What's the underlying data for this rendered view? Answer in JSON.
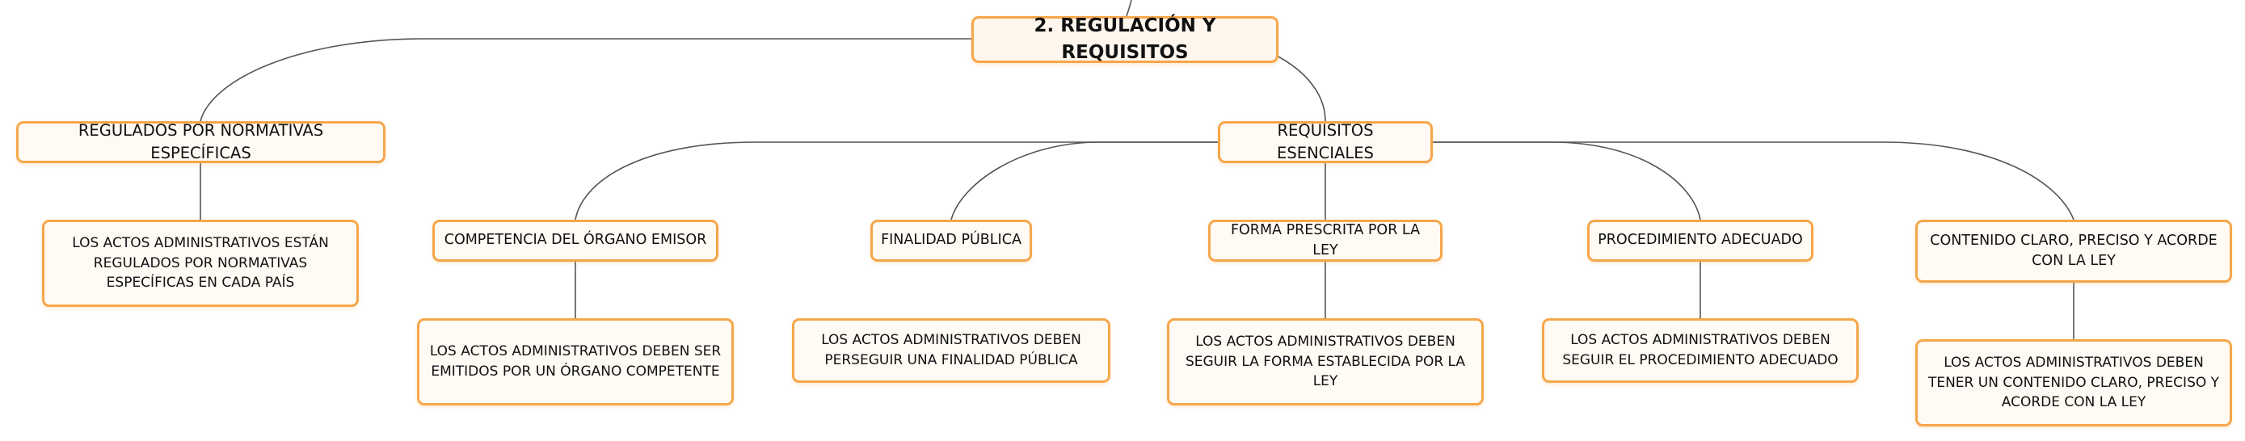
{
  "root": {
    "label": "2. REGULACIÓN Y REQUISITOS"
  },
  "regulados": {
    "label": "REGULADOS POR NORMATIVAS ESPECÍFICAS",
    "detail": "LOS ACTOS ADMINISTRATIVOS ESTÁN REGULADOS POR NORMATIVAS ESPECÍFICAS EN CADA PAÍS"
  },
  "requisitos": {
    "label": "REQUISITOS ESENCIALES",
    "items": [
      {
        "label": "COMPETENCIA DEL ÓRGANO EMISOR",
        "detail": "LOS ACTOS ADMINISTRATIVOS DEBEN SER EMITIDOS POR UN ÓRGANO COMPETENTE"
      },
      {
        "label": "FINALIDAD PÚBLICA",
        "detail": "LOS ACTOS ADMINISTRATIVOS DEBEN PERSEGUIR UNA FINALIDAD PÚBLICA"
      },
      {
        "label": "FORMA PRESCRITA POR LA LEY",
        "detail": "LOS ACTOS ADMINISTRATIVOS DEBEN SEGUIR LA FORMA ESTABLECIDA POR LA LEY"
      },
      {
        "label": "PROCEDIMIENTO ADECUADO",
        "detail": "LOS ACTOS ADMINISTRATIVOS DEBEN SEGUIR EL PROCEDIMIENTO ADECUADO"
      },
      {
        "label": "CONTENIDO CLARO, PRECISO Y ACORDE CON LA LEY",
        "detail": "LOS ACTOS ADMINISTRATIVOS DEBEN TENER UN CONTENIDO CLARO, PRECISO Y ACORDE CON LA LEY"
      }
    ]
  },
  "colors": {
    "border": "#f6a64a",
    "fill": "#fffaf3",
    "line": "#555555"
  }
}
